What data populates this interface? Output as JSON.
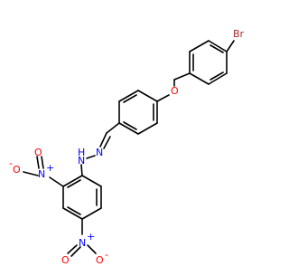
{
  "molecule": {
    "colors": {
      "bond": "#000000",
      "nitrogen": "#0000ff",
      "oxygen": "#ff0000",
      "bromine": "#a52a2a"
    },
    "labels": {
      "br": "Br",
      "ether_o": "O",
      "hydrazone_n1": "N",
      "hydrazone_nh": "N",
      "hydrazone_h": "H",
      "nitro1_n": "N",
      "nitro1_plus": "+",
      "nitro1_o_top": "O",
      "nitro1_o_left": "O",
      "nitro1_minus": "-",
      "nitro2_n": "N",
      "nitro2_plus": "+",
      "nitro2_o_left": "O",
      "nitro2_o_right": "O",
      "nitro2_minus": "-"
    }
  }
}
